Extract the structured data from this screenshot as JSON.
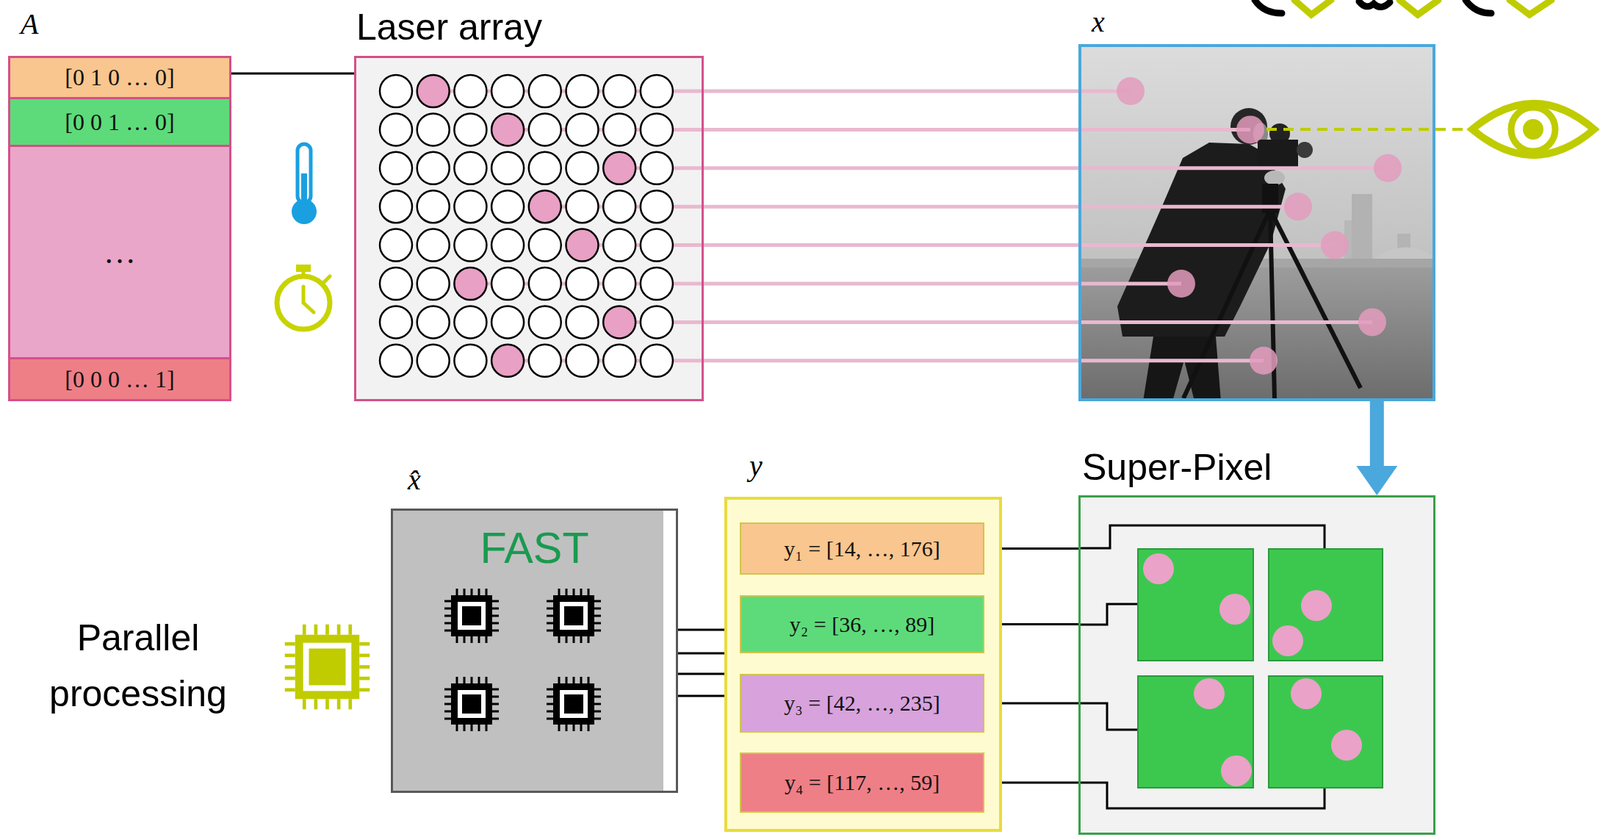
{
  "diagram": {
    "nodes": [
      {
        "text": [
          "A"
        ]
      },
      {
        "text": [
          "[0 1 0 … 0]"
        ],
        "in": 0
      },
      {
        "text": [
          "[0 0 1 … 0]"
        ],
        "in": 0
      },
      {
        "text": [
          "…"
        ],
        "in": 0
      },
      {
        "text": [
          "[0 0 0 … 1]"
        ],
        "in": 0
      },
      {
        "text": [
          "Laser array"
        ]
      },
      {
        "text": [
          "x"
        ]
      },
      {
        "text": [
          "x̂",
          "FAST"
        ]
      },
      {
        "text": [
          "y"
        ]
      },
      {
        "text": [
          "y₁ = [14, …, 176]"
        ],
        "in": 8
      },
      {
        "text": [
          "y₂ = [36, …, 89]"
        ],
        "in": 8
      },
      {
        "text": [
          "y₃ = [42, …, 235]"
        ],
        "in": 8
      },
      {
        "text": [
          "y₄ = [117, …, 59]"
        ],
        "in": 8
      },
      {
        "text": [
          "Super-Pixel"
        ]
      }
    ],
    "edges": [
      {
        "from": 0,
        "to": 5,
        "arrow": "none"
      },
      {
        "from": 6,
        "to": 13,
        "arrow": "to"
      },
      {
        "from": 7,
        "to": 8,
        "arrow": "none"
      },
      {
        "from": 7,
        "to": 8,
        "arrow": "none"
      },
      {
        "from": 7,
        "to": 8,
        "arrow": "none"
      },
      {
        "from": 7,
        "to": 8,
        "arrow": "none"
      },
      {
        "from": 9,
        "to": 13,
        "arrow": "none"
      },
      {
        "from": 10,
        "to": 13,
        "arrow": "none"
      },
      {
        "from": 11,
        "to": 13,
        "arrow": "none"
      },
      {
        "from": 12,
        "to": 13,
        "arrow": "none"
      }
    ],
    "labels": [
      "Parallel processing"
    ]
  }
}
